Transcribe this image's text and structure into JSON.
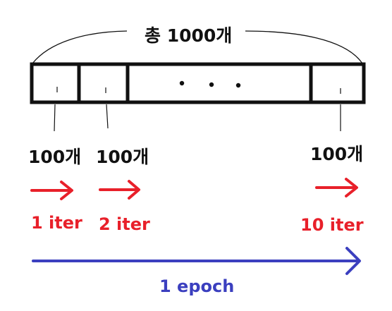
{
  "diagram": {
    "total_label": "총 1000개",
    "batches": [
      {
        "count_label": "100개",
        "iter_label": "1 iter"
      },
      {
        "count_label": "100개",
        "iter_label": "2 iter"
      },
      {
        "count_label": "100개",
        "iter_label": "10 iter"
      }
    ],
    "epoch_label": "1 epoch",
    "ellipsis": "dots-icon"
  },
  "colors": {
    "ink": "#111111",
    "iter_arrow": "#e8202a",
    "epoch_arrow": "#3b3fbf"
  }
}
